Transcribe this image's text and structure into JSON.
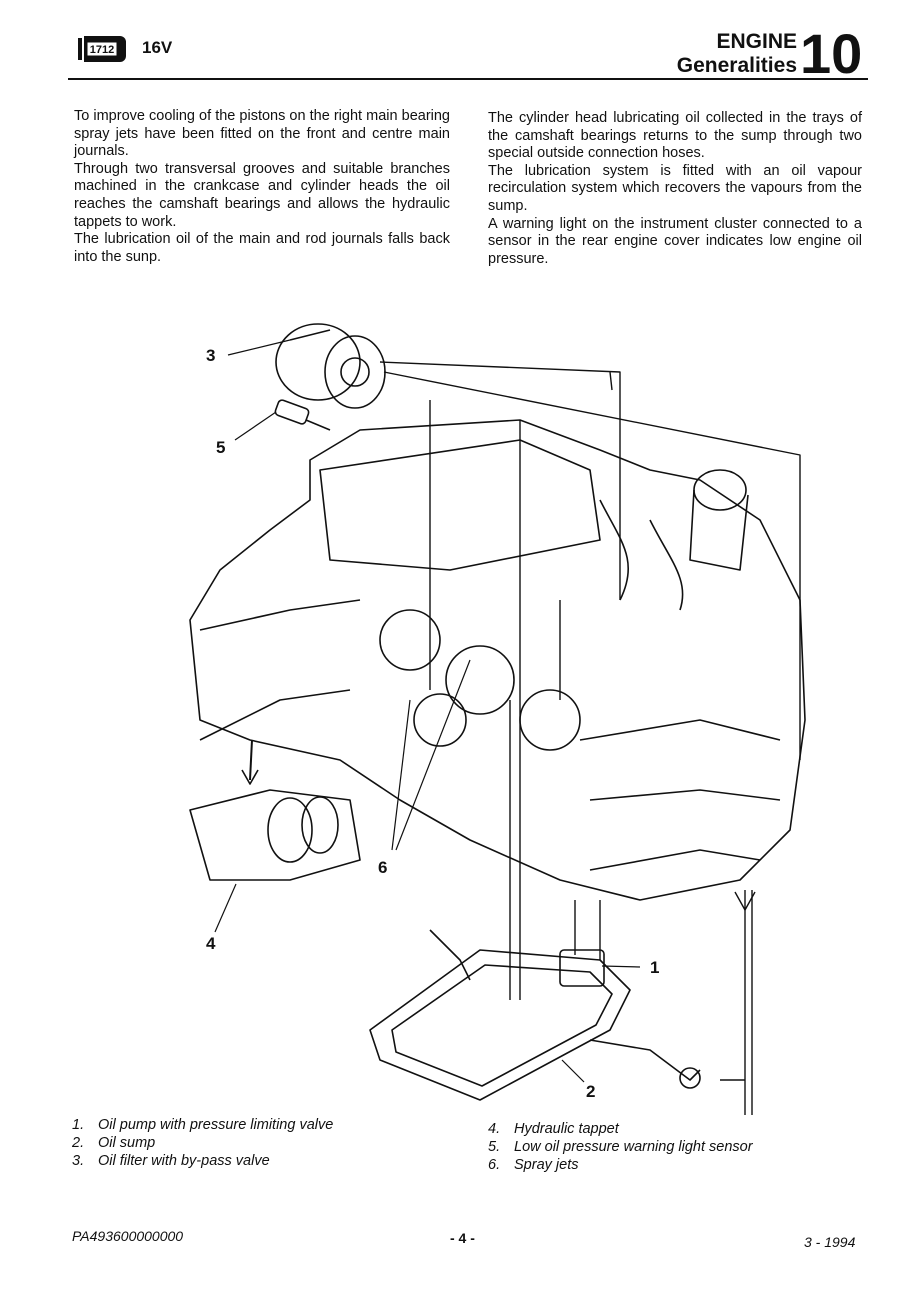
{
  "header": {
    "logo_code": "1712",
    "model": "16V",
    "section_title": "ENGINE",
    "section_subtitle": "Generalities",
    "section_number": "10"
  },
  "body": {
    "left_paragraphs": [
      "To improve cooling of the pistons on the right main bearing spray jets have been fitted on the front and centre main journals.",
      "Through two transversal grooves and suitable branches machined in the crankcase and cylinder heads the oil reaches the camshaft bearings and allows the hydraulic tappets to work.",
      "The lubrication oil of the main and rod journals falls back into the sunp."
    ],
    "right_paragraphs": [
      "The cylinder head lubricating oil collected in the trays of the camshaft bearings returns to the sump through two special outside connection hoses.",
      "The lubrication system is fitted with an oil vapour recirculation system which recovers the vapours from the sump.",
      "A warning light on the instrument cluster connected to a sensor in the rear engine cover indicates low engine oil pressure."
    ]
  },
  "figure": {
    "callouts": [
      "1",
      "2",
      "3",
      "4",
      "5",
      "6"
    ]
  },
  "legend": {
    "left": [
      {
        "num": "1.",
        "text": "Oil pump with pressure limiting valve"
      },
      {
        "num": "2.",
        "text": "Oil sump"
      },
      {
        "num": "3.",
        "text": "Oil filter with by-pass valve"
      }
    ],
    "right": [
      {
        "num": "4.",
        "text": "Hydraulic tappet"
      },
      {
        "num": "5.",
        "text": "Low oil pressure warning light sensor"
      },
      {
        "num": "6.",
        "text": "Spray jets"
      }
    ]
  },
  "footer": {
    "reference": "PA493600000000",
    "page": "- 4 -",
    "date": "3 - 1994"
  }
}
